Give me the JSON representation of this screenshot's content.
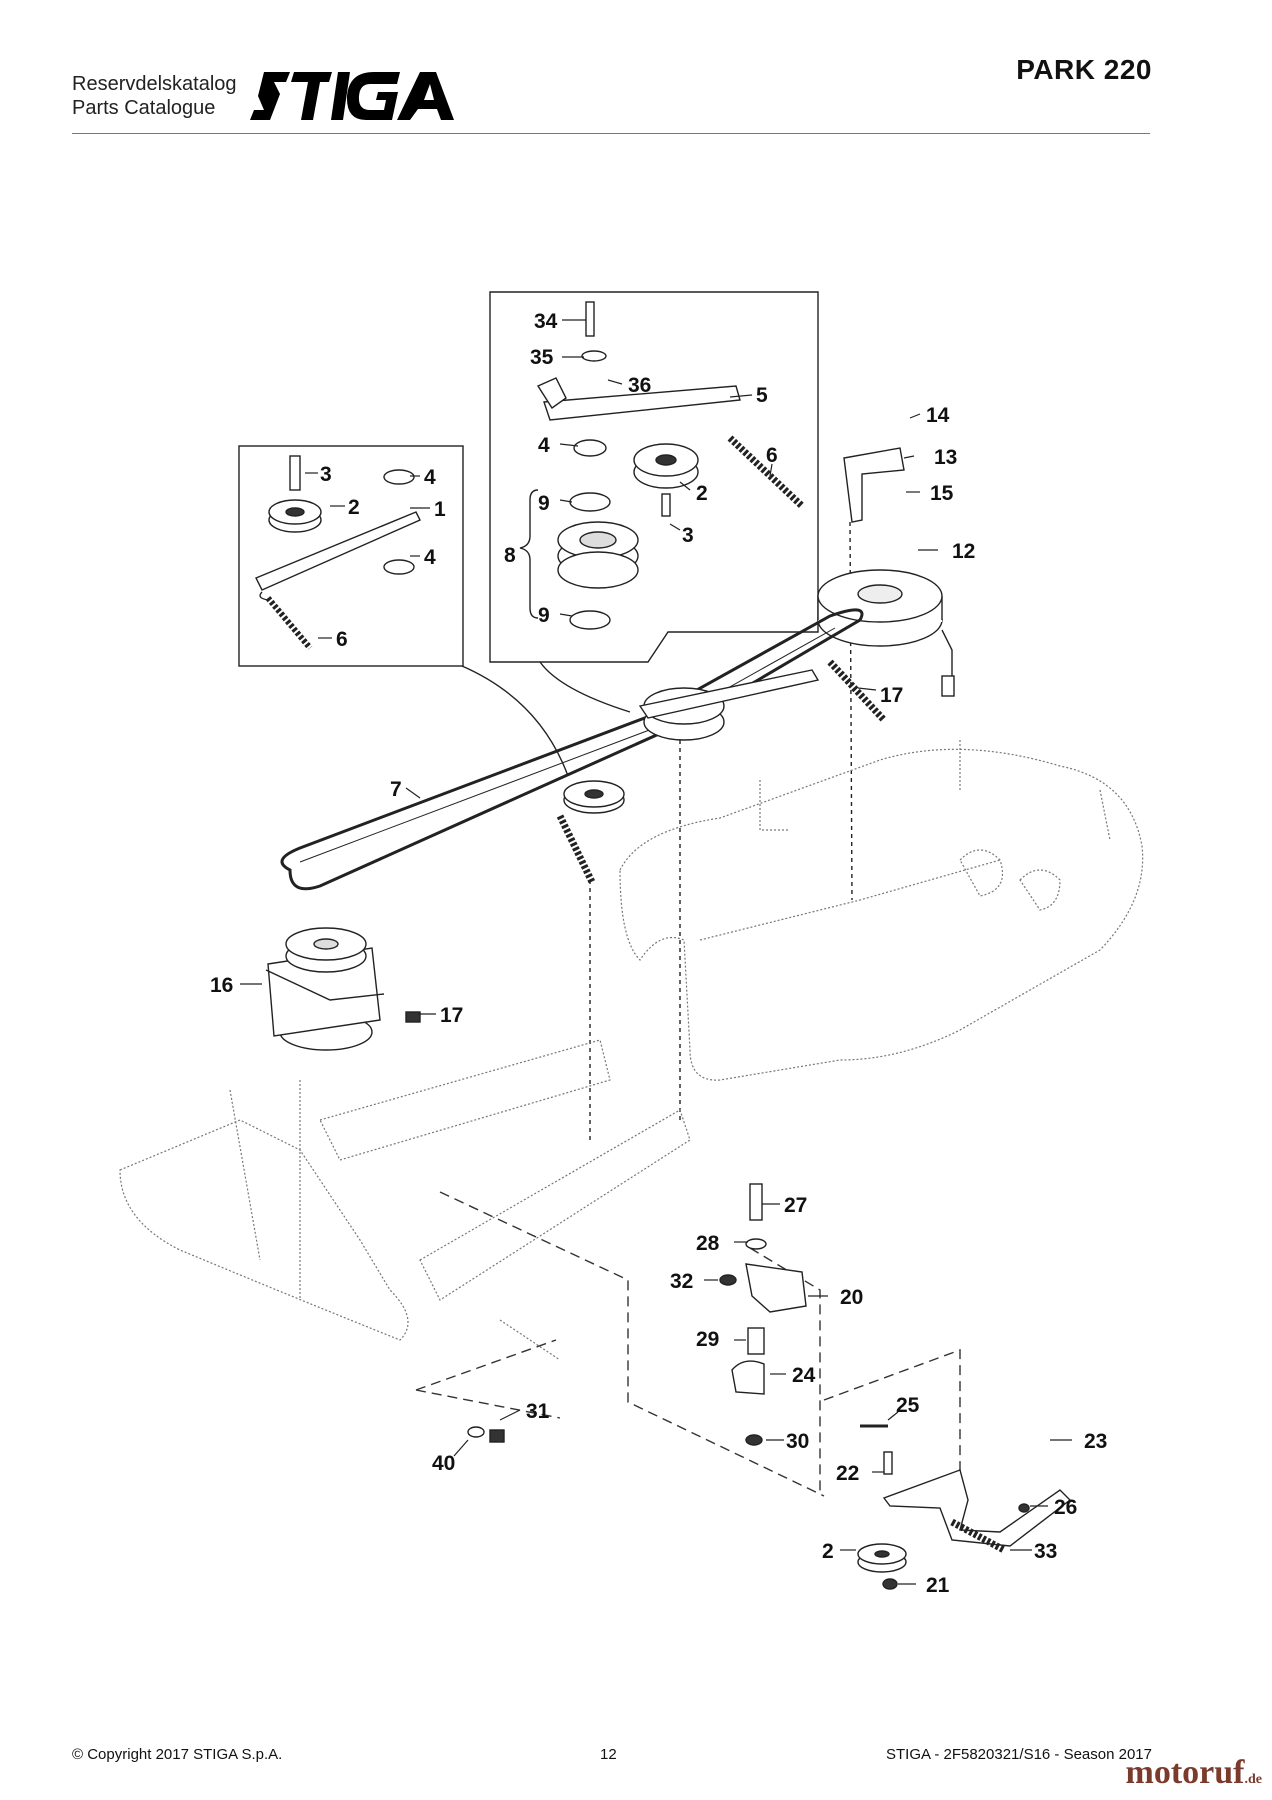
{
  "header": {
    "catalog_line1": "Reservdelskatalog",
    "catalog_line2": "Parts Catalogue",
    "brand": "STIGA",
    "model": "PARK 220"
  },
  "footer": {
    "copyright": "© Copyright 2017 STIGA S.p.A.",
    "page_number": "12",
    "document_ref": "STIGA - 2F5820321/S16 - Season 2017"
  },
  "watermark": {
    "name": "motoruf",
    "suffix": ".de"
  },
  "callouts": {
    "c1": "1",
    "c2a": "2",
    "c3a": "3",
    "c4a": "4",
    "c4b": "4",
    "c6a": "6",
    "c34": "34",
    "c35": "35",
    "c36": "36",
    "c5": "5",
    "c4c": "4",
    "c2b": "2",
    "c6b": "6",
    "c9a": "9",
    "c8": "8",
    "c3b": "3",
    "c9b": "9",
    "c14": "14",
    "c13": "13",
    "c15": "15",
    "c12": "12",
    "c17a": "17",
    "c7": "7",
    "c16": "16",
    "c17b": "17",
    "c27": "27",
    "c28": "28",
    "c32": "32",
    "c20": "20",
    "c29": "29",
    "c24": "24",
    "c30": "30",
    "c31": "31",
    "c40": "40",
    "c25": "25",
    "c23": "23",
    "c22": "22",
    "c26": "26",
    "c2c": "2",
    "c33": "33",
    "c21": "21"
  }
}
